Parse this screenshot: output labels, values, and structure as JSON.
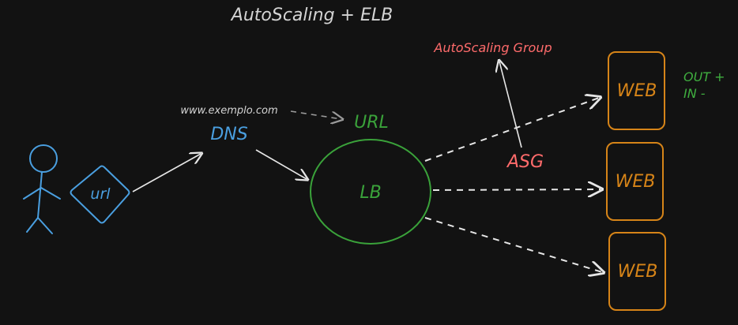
{
  "title": "AutoScaling + ELB",
  "user": {
    "icon": "stick-figure-icon",
    "url_label": "url"
  },
  "dns": {
    "domain": "www.exemplo.com",
    "label": "DNS",
    "url_label": "URL"
  },
  "load_balancer": {
    "label": "LB"
  },
  "autoscaling": {
    "group_label": "AutoScaling Group",
    "asg_label": "ASG",
    "scale_out": "OUT +",
    "scale_in": "IN -"
  },
  "servers": [
    {
      "label": "WEB"
    },
    {
      "label": "WEB"
    },
    {
      "label": "WEB"
    }
  ],
  "colors": {
    "background": "#121212",
    "text": "#d4d4d4",
    "blue": "#4a9fe0",
    "green": "#3aa23a",
    "red": "#ff6b6b",
    "orange": "#d68418",
    "gray": "#bdbdbd",
    "lightgreen": "#3fae3f"
  }
}
